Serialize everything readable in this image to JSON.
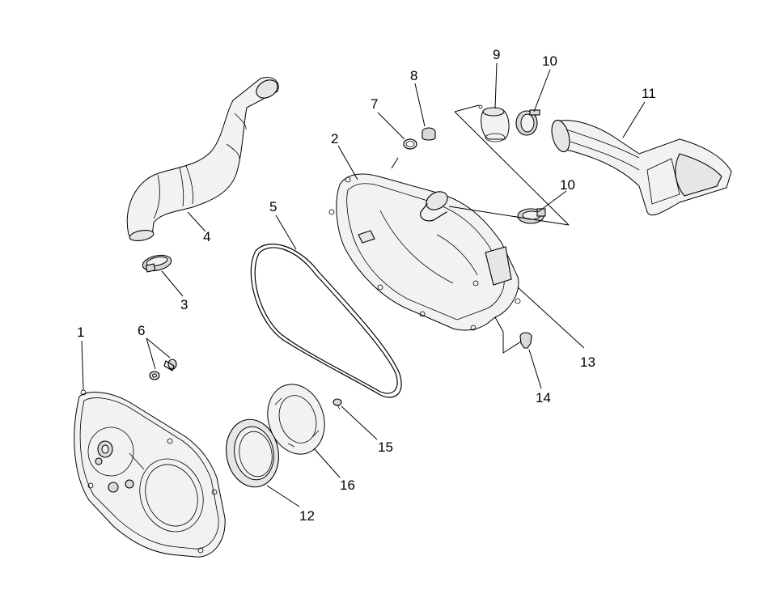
{
  "diagram": {
    "callouts": [
      {
        "id": "1",
        "label": "1"
      },
      {
        "id": "2",
        "label": "2"
      },
      {
        "id": "3",
        "label": "3"
      },
      {
        "id": "4",
        "label": "4"
      },
      {
        "id": "5",
        "label": "5"
      },
      {
        "id": "6",
        "label": "6"
      },
      {
        "id": "7",
        "label": "7"
      },
      {
        "id": "8",
        "label": "8"
      },
      {
        "id": "9",
        "label": "9"
      },
      {
        "id": "10a",
        "label": "10"
      },
      {
        "id": "10b",
        "label": "10"
      },
      {
        "id": "11",
        "label": "11"
      },
      {
        "id": "12",
        "label": "12"
      },
      {
        "id": "13",
        "label": "13"
      },
      {
        "id": "14",
        "label": "14"
      },
      {
        "id": "15",
        "label": "15"
      },
      {
        "id": "16",
        "label": "16"
      }
    ]
  }
}
